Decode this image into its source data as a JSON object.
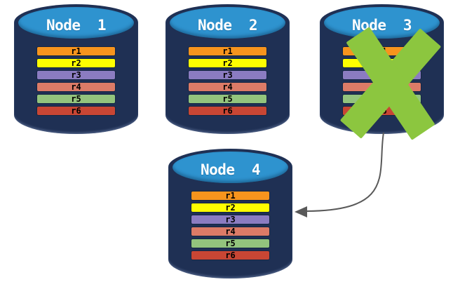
{
  "diagram": {
    "background": "#FFFFFF"
  },
  "colors": {
    "cylinder_body": "#1F3054",
    "cylinder_top": "#2E93CF",
    "title_text": "#FFFFFF",
    "row_text": "#000000",
    "failure_x": "#8CC63F",
    "arrow": "#595959"
  },
  "nodes": [
    {
      "id": "node-1",
      "title": "Node  1",
      "failed": false,
      "rows": [
        {
          "label": "r1",
          "color": "#F7941D"
        },
        {
          "label": "r2",
          "color": "#FEFE00"
        },
        {
          "label": "r3",
          "color": "#8B7CC1"
        },
        {
          "label": "r4",
          "color": "#DC7B67"
        },
        {
          "label": "r5",
          "color": "#93C47D"
        },
        {
          "label": "r6",
          "color": "#C84634"
        }
      ]
    },
    {
      "id": "node-2",
      "title": "Node  2",
      "failed": false,
      "rows": [
        {
          "label": "r1",
          "color": "#F7941D"
        },
        {
          "label": "r2",
          "color": "#FEFE00"
        },
        {
          "label": "r3",
          "color": "#8B7CC1"
        },
        {
          "label": "r4",
          "color": "#DC7B67"
        },
        {
          "label": "r5",
          "color": "#93C47D"
        },
        {
          "label": "r6",
          "color": "#C84634"
        }
      ]
    },
    {
      "id": "node-3",
      "title": "Node  3",
      "failed": true,
      "rows": [
        {
          "label": "r1",
          "color": "#F7941D"
        },
        {
          "label": "r2",
          "color": "#FEFE00"
        },
        {
          "label": "r3",
          "color": "#8B7CC1"
        },
        {
          "label": "r4",
          "color": "#DC7B67"
        },
        {
          "label": "r5",
          "color": "#93C47D"
        },
        {
          "label": "r6",
          "color": "#C84634"
        }
      ]
    },
    {
      "id": "node-4",
      "title": "Node  4",
      "failed": false,
      "rows": [
        {
          "label": "r1",
          "color": "#F7941D"
        },
        {
          "label": "r2",
          "color": "#FEFE00"
        },
        {
          "label": "r3",
          "color": "#8B7CC1"
        },
        {
          "label": "r4",
          "color": "#DC7B67"
        },
        {
          "label": "r5",
          "color": "#93C47D"
        },
        {
          "label": "r6",
          "color": "#C84634"
        }
      ]
    }
  ],
  "failure_mark": {
    "icon": "x-mark",
    "on_node": "Node  3"
  },
  "arrow": {
    "from": "Node  3",
    "to": "Node  4"
  }
}
